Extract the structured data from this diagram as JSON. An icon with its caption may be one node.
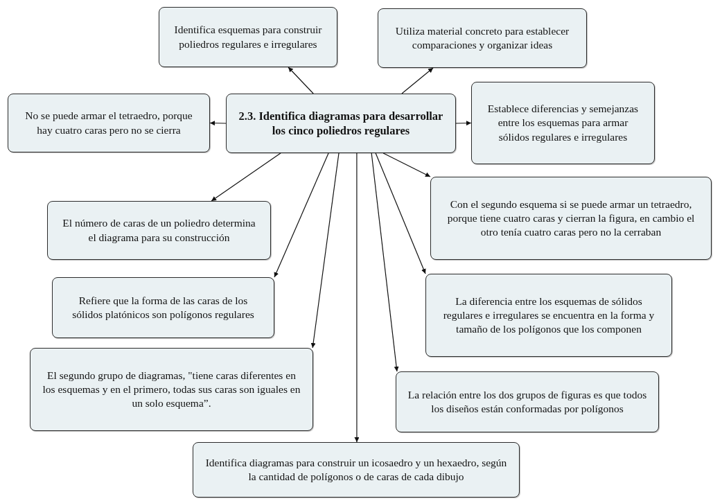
{
  "diagram": {
    "nodes": [
      {
        "text": [
          "2.3. Identifica diagramas para desarrollar los cinco poliedros regulares"
        ]
      },
      {
        "text": [
          "Identifica esquemas para construir poliedros regulares e irregulares"
        ]
      },
      {
        "text": [
          "Utiliza material concreto para establecer comparaciones y organizar ideas"
        ]
      },
      {
        "text": [
          "No se puede armar el tetraedro, porque hay cuatro caras pero no se cierra"
        ]
      },
      {
        "text": [
          "Establece diferencias y semejanzas entre los esquemas para armar sólidos regulares e irregulares"
        ]
      },
      {
        "text": [
          "Con el segundo esquema si se puede armar un tetraedro, porque tiene cuatro caras y cierran la figura, en cambio el otro tenía cuatro caras pero no la cerraban"
        ]
      },
      {
        "text": [
          "El número de caras de un poliedro determina el diagrama para su construcción"
        ]
      },
      {
        "text": [
          "Refiere que la forma de las caras de los sólidos platónicos son polígonos regulares"
        ]
      },
      {
        "text": [
          "El segundo grupo de diagramas, \"tiene caras diferentes en los esquemas y en el primero, todas sus caras son iguales en un solo esquema”."
        ]
      },
      {
        "text": [
          "La diferencia entre los esquemas de sólidos regulares e irregulares se encuentra en la forma y tamaño de los polígonos que los componen"
        ]
      },
      {
        "text": [
          "La relación entre los dos grupos de figuras es que todos los diseños están conformadas por polígonos"
        ]
      },
      {
        "text": [
          "Identifica diagramas para construir un icosaedro y un hexaedro, según la cantidad de polígonos o de caras de cada dibujo"
        ]
      }
    ],
    "edges": [
      {
        "from": 0,
        "to": 1,
        "arrow": "to"
      },
      {
        "from": 0,
        "to": 2,
        "arrow": "to"
      },
      {
        "from": 0,
        "to": 3,
        "arrow": "to"
      },
      {
        "from": 0,
        "to": 4,
        "arrow": "to"
      },
      {
        "from": 0,
        "to": 5,
        "arrow": "to"
      },
      {
        "from": 0,
        "to": 6,
        "arrow": "to"
      },
      {
        "from": 0,
        "to": 7,
        "arrow": "to"
      },
      {
        "from": 0,
        "to": 8,
        "arrow": "to"
      },
      {
        "from": 0,
        "to": 11,
        "arrow": "to"
      },
      {
        "from": 0,
        "to": 10,
        "arrow": "to"
      },
      {
        "from": 0,
        "to": 9,
        "arrow": "to"
      }
    ]
  }
}
